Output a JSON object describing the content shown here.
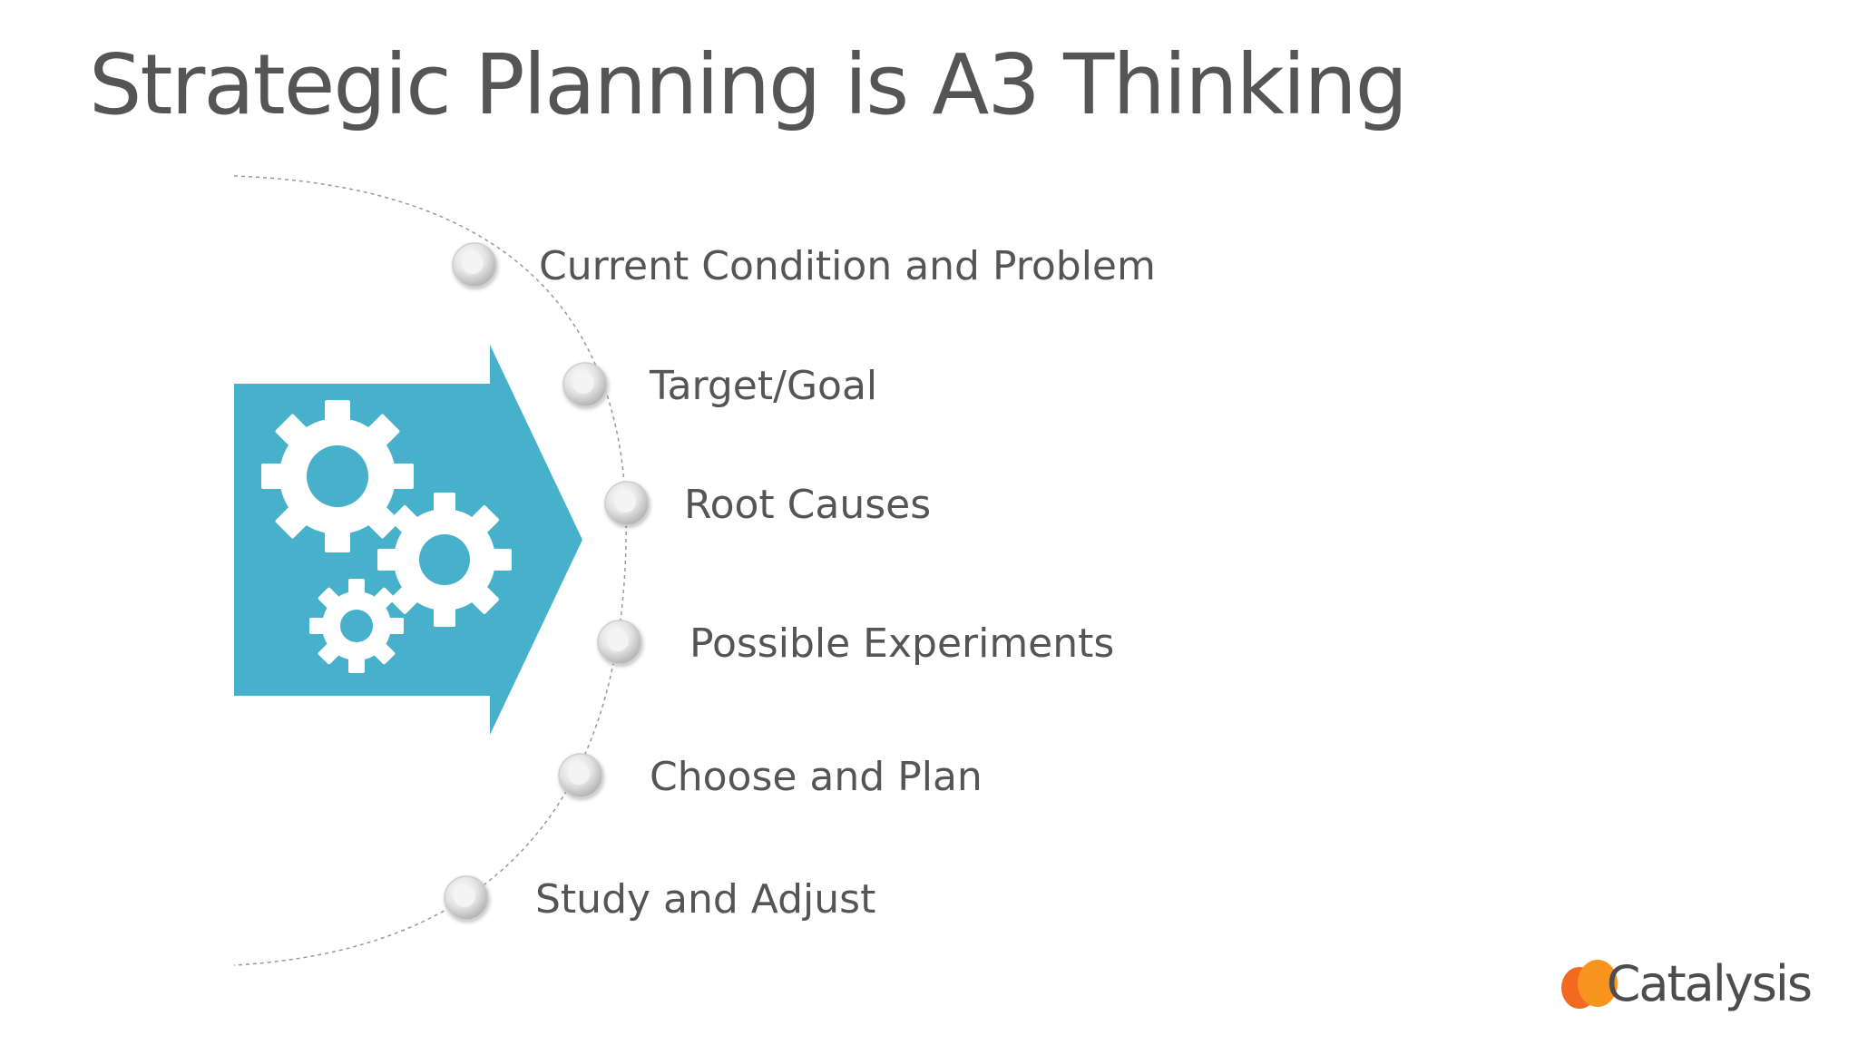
{
  "title": "Strategic Planning is A3 Thinking",
  "steps": [
    {
      "label": "Current Condition and Problem"
    },
    {
      "label": "Target/Goal"
    },
    {
      "label": "Root Causes"
    },
    {
      "label": "Possible Experiments"
    },
    {
      "label": "Choose and Plan"
    },
    {
      "label": "Study and Adjust"
    }
  ],
  "logo": {
    "text": "Catalysis"
  },
  "colors": {
    "arrow": "#47b1cc",
    "text": "#555555",
    "logo_orange": "#f7941d",
    "logo_red_orange": "#f26a21"
  },
  "icons": {
    "arrow": "arrow-right-icon",
    "gears": "gears-icon",
    "bullet": "circle-bullet-icon"
  }
}
